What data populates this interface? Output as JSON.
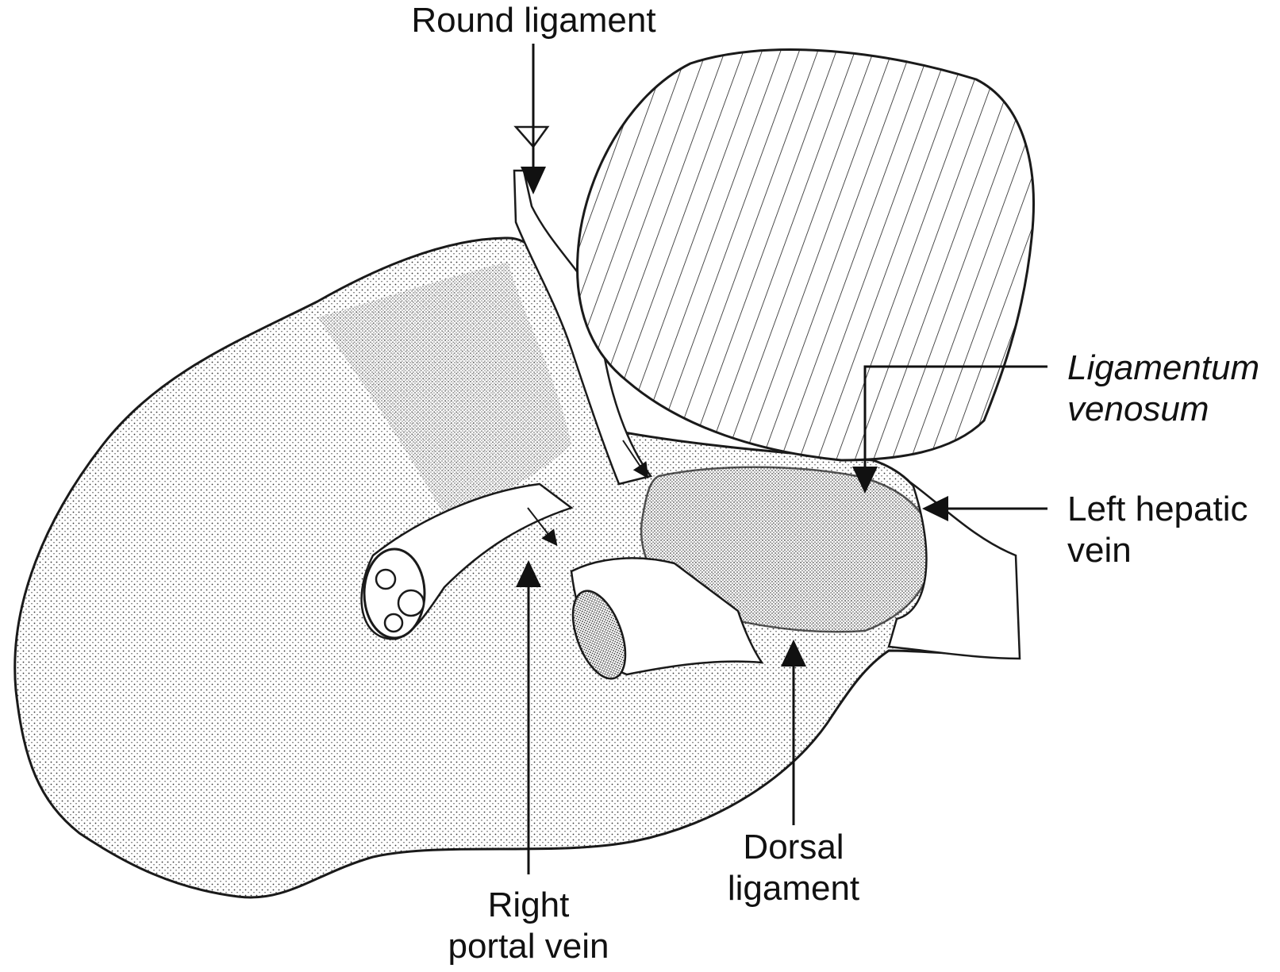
{
  "colors": {
    "ink": "#1a1a1a",
    "stipple": "#333333",
    "background": "#ffffff"
  },
  "labels": {
    "round_ligament": "Round ligament",
    "ligamentum_venosum": [
      "Ligamentum",
      "venosum"
    ],
    "left_hepatic_vein": [
      "Left hepatic",
      "vein"
    ],
    "dorsal_ligament": [
      "Dorsal",
      "ligament"
    ],
    "right_portal_vein": [
      "Right",
      "portal vein"
    ]
  }
}
